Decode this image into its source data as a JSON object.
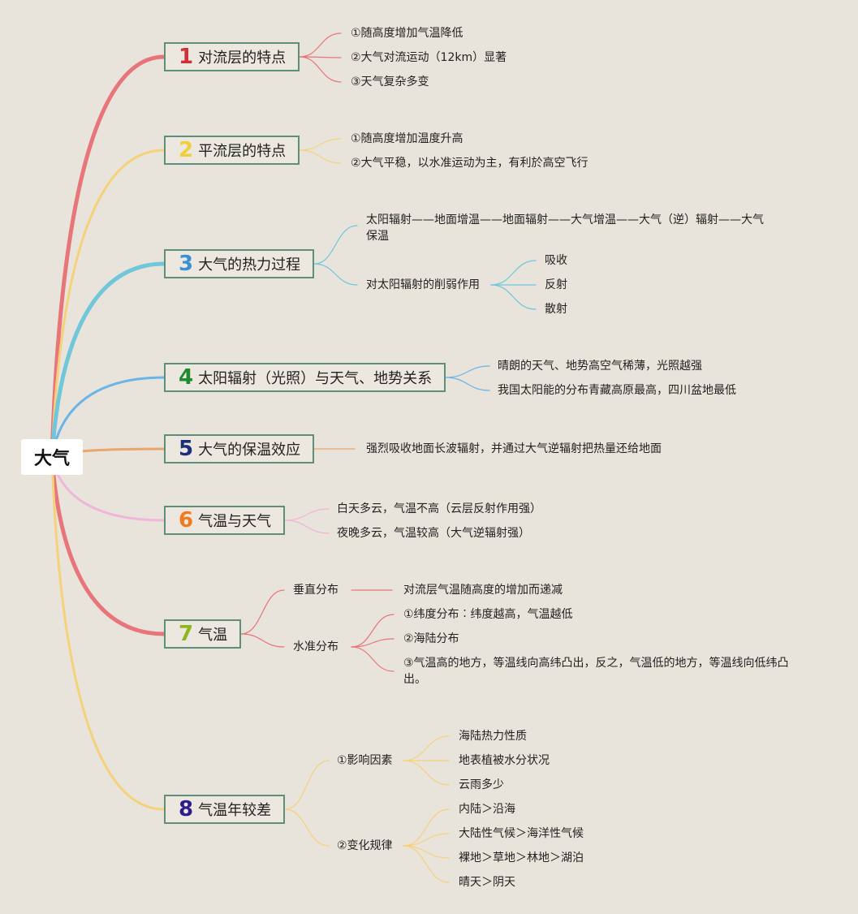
{
  "root": "大气",
  "topics": [
    {
      "num": "1",
      "color": "#d0303a",
      "label": "对流层的特点",
      "children": [
        "①随高度增加气温降低",
        "②大气对流运动（12km）显著",
        "③天气复杂多变"
      ]
    },
    {
      "num": "2",
      "color": "#f2cf3a",
      "label": "平流层的特点",
      "children": [
        "①随高度增加温度升高",
        "②大气平稳，以水准运动为主，有利於高空飞行"
      ]
    },
    {
      "num": "3",
      "color": "#3a8fd6",
      "label": "大气的热力过程",
      "children": [
        "太阳辐射——地面增温——地面辐射——大气增温——大气（逆）辐射——大气保温",
        "对太阳辐射的削弱作用"
      ],
      "sub": [
        "吸收",
        "反射",
        "散射"
      ]
    },
    {
      "num": "4",
      "color": "#1e8c2e",
      "label": "太阳辐射（光照）与天气、地势关系",
      "children": [
        "晴朗的天气、地势高空气稀薄，光照越强",
        "我国太阳能的分布青藏高原最高，四川盆地最低"
      ]
    },
    {
      "num": "5",
      "color": "#1c2f7a",
      "label": "大气的保温效应",
      "children": [
        "强烈吸收地面长波辐射，并通过大气逆辐射把热量还给地面"
      ]
    },
    {
      "num": "6",
      "color": "#f07a1c",
      "label": "气温与天气",
      "children": [
        "白天多云，气温不高（云层反射作用强）",
        "夜晚多云，气温较高（大气逆辐射强）"
      ]
    },
    {
      "num": "7",
      "color": "#8ab81e",
      "label": "气温",
      "groups": [
        {
          "label": "垂直分布",
          "items": [
            "对流层气温随高度的增加而递减"
          ]
        },
        {
          "label": "水准分布",
          "items": [
            "①纬度分布︰纬度越高，气温越低",
            "②海陆分布",
            "③气温高的地方，等温线向高纬凸出，反之，气温低的地方，等温线向低纬凸出。"
          ]
        }
      ]
    },
    {
      "num": "8",
      "color": "#2a1c8a",
      "label": "气温年较差",
      "groups": [
        {
          "label": "①影响因素",
          "items": [
            "海陆热力性质",
            "地表植被水分状况",
            "云雨多少"
          ]
        },
        {
          "label": "②变化规律",
          "items": [
            "内陆＞沿海",
            "大陆性气候＞海洋性气候",
            "裸地＞草地＞林地＞湖泊",
            "晴天＞阴天"
          ]
        }
      ]
    }
  ],
  "branch_colors": [
    "#e8757a",
    "#f5d27a",
    "#6fc7d9",
    "#6ab4e6",
    "#e8a66a",
    "#f0b5d9",
    "#e8757a",
    "#f5d27a"
  ]
}
